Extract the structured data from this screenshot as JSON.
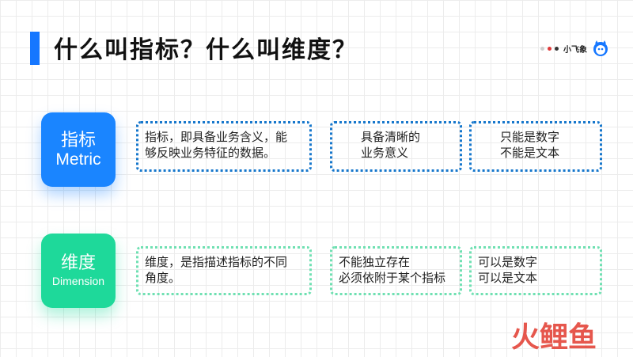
{
  "header": {
    "title": "什么叫指标？什么叫维度？"
  },
  "brand": {
    "name": "小飞象",
    "dots": [
      "#cfcfcf",
      "#e03a3a",
      "#333333"
    ]
  },
  "metric": {
    "badge_cn": "指标",
    "badge_en": "Metric",
    "definition": [
      "指标，即具备业务含义，能",
      "够反映业务特征的数据。"
    ],
    "trait": [
      "具备清晰的",
      "业务意义"
    ],
    "value_type": [
      "只能是数字",
      "不能是文本"
    ]
  },
  "dimension": {
    "badge_cn": "维度",
    "badge_en": "Dimension",
    "definition": [
      "维度，是指描述指标的不同",
      "角度。"
    ],
    "trait": [
      "不能独立存在",
      "必须依附于某个指标"
    ],
    "value_type": [
      "可以是数字",
      "可以是文本"
    ]
  },
  "colors": {
    "accent": "#1677ff",
    "metric": "#1a85ff",
    "dimension": "#1ed99a",
    "watermark": "#e23a2e"
  },
  "watermark": {
    "text": "火鲤鱼"
  }
}
